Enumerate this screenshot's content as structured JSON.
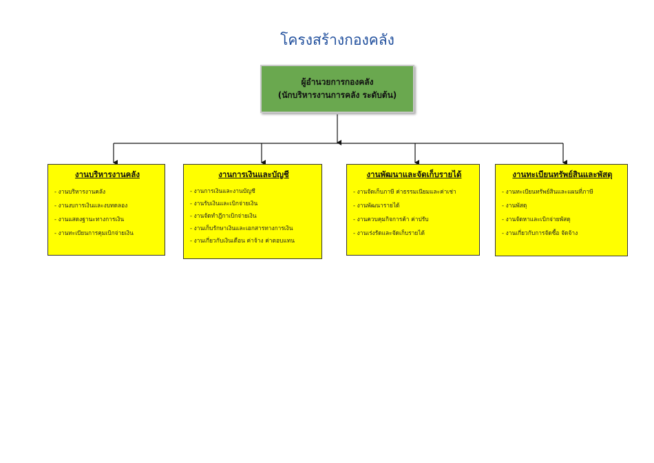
{
  "page": {
    "title": "โครงสร้างกองคลัง"
  },
  "head": {
    "line1": "ผู้อำนวยการกองคลัง",
    "line2": "(นักบริหารงานการคลัง ระดับต้น)"
  },
  "departments": [
    {
      "title": "งานบริหารงานคลัง",
      "items": [
        "- งานบริหารงานคลัง",
        "- งานงบการเงินและงบทดลอง",
        "- งานแสดงฐานะทางการเงิน",
        "- งานทะเบียนการคุมเบิกจ่ายเงิน"
      ]
    },
    {
      "title": "งานการเงินและบัญชี",
      "items": [
        "- งานการเงินและงานบัญชี",
        "- งานรับเงินและเบิกจ่ายเงิน",
        "- งานจัดทำฎีกาเบิกจ่ายเงิน",
        "- งานเก็บรักษาเงินและเอกสารทางการเงิน",
        "- งานเกี่ยวกับเงินเดือน ค่าจ้าง ค่าตอบแทน"
      ]
    },
    {
      "title": "งานพัฒนาและจัดเก็บรายได้",
      "items": [
        "- งานจัดเก็บภาษี ค่าธรรมเนียมและค่าเช่า",
        "- งานพัฒนารายได้",
        "- งานควบคุมกิจการค้า ค่าปรับ",
        "- งานเร่งรัดและจัดเก็บรายได้"
      ]
    },
    {
      "title": "งานทะเบียนทรัพย์สินและพัสดุ",
      "items": [
        "- งานทะเบียนทรัพย์สินและแผนที่ภาษี",
        "- งานพัสดุ",
        "- งานจัดหาและเบิกจ่ายพัสดุ",
        "- งานเกี่ยวกับการจัดซื้อ จัดจ้าง"
      ]
    }
  ]
}
